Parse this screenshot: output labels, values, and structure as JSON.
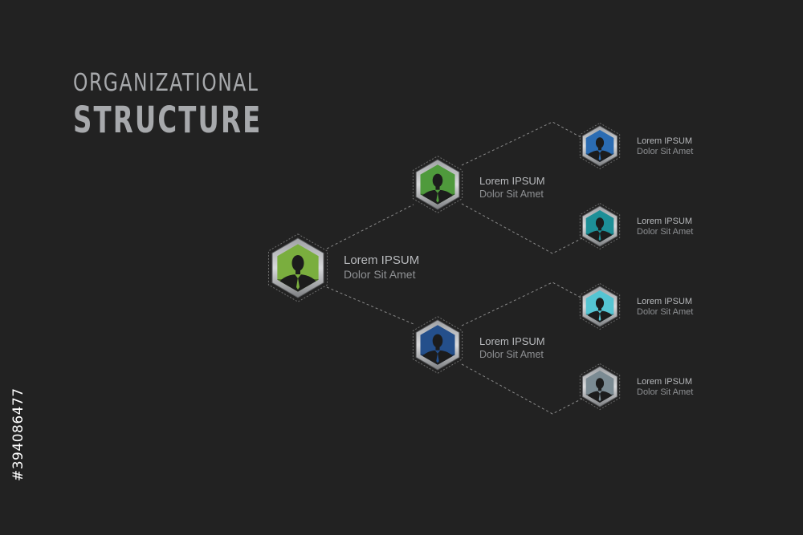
{
  "title": {
    "line1": "ORGANIZATIONAL",
    "line2": "STRUCTURE"
  },
  "nodes": [
    {
      "title": "Lorem IPSUM",
      "subtitle": "Dolor Sit Amet",
      "color": "#7aae3e",
      "icon": "person-icon"
    },
    {
      "title": "Lorem IPSUM",
      "subtitle": "Dolor Sit Amet",
      "color": "#4f9a3c",
      "icon": "person-icon"
    },
    {
      "title": "Lorem IPSUM",
      "subtitle": "Dolor Sit Amet",
      "color": "#244f8b",
      "icon": "person-icon"
    },
    {
      "title": "Lorem IPSUM",
      "subtitle": "Dolor Sit Amet",
      "color": "#2b6cb3",
      "icon": "person-icon"
    },
    {
      "title": "Lorem IPSUM",
      "subtitle": "Dolor Sit Amet",
      "color": "#1d8f97",
      "icon": "person-icon"
    },
    {
      "title": "Lorem IPSUM",
      "subtitle": "Dolor Sit Amet",
      "color": "#55c5d3",
      "icon": "person-icon"
    },
    {
      "title": "Lorem IPSUM",
      "subtitle": "Dolor Sit Amet",
      "color": "#7b8b93",
      "icon": "person-icon"
    }
  ],
  "stock_id": "#394086477"
}
